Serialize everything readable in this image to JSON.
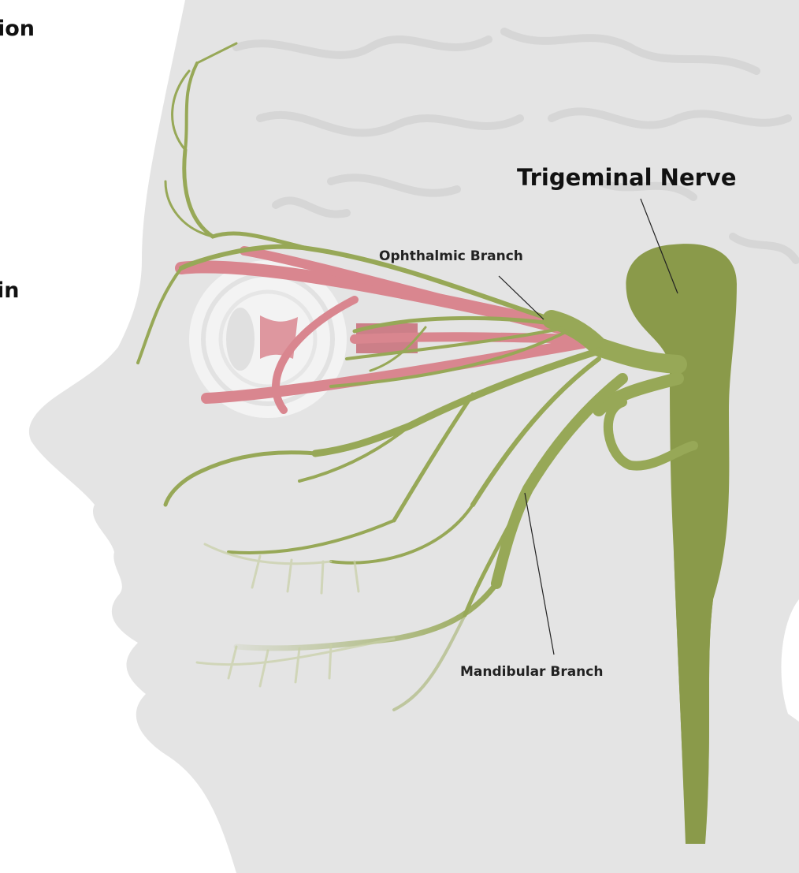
{
  "labels": {
    "clipped_top": "ion",
    "clipped_mid": "in",
    "title": "Trigeminal Nerve",
    "ophthalmic": "Ophthalmic Branch",
    "mandibular": "Mandibular Branch"
  },
  "icons": {
    "head": "head-silhouette",
    "eye": "eye-illustration",
    "ganglion": "trigeminal-ganglion"
  },
  "colors": {
    "head": "#e4e4e4",
    "brain_lines": "#d6d6d6",
    "nerve": "#97a857",
    "nerve_dark": "#8a9a4a",
    "muscle": "#d9868f",
    "eye": "#f3f3f3"
  }
}
